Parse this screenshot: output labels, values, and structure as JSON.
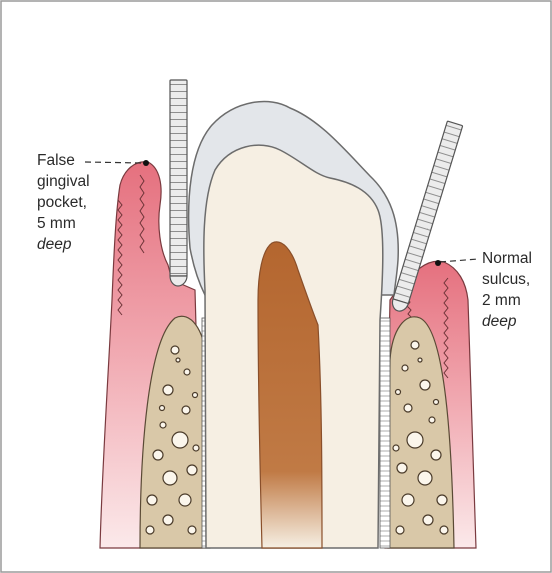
{
  "labels": {
    "left": {
      "line1": "False",
      "line2": "gingival",
      "line3": "pocket,",
      "line4": "5 mm",
      "line5": "deep"
    },
    "right": {
      "line1": "Normal",
      "line2": "sulcus,",
      "line3": "2 mm",
      "line4": "deep"
    }
  },
  "colors": {
    "gingiva_dark": "#e56b7a",
    "gingiva_light": "#f7d6d8",
    "bone": "#d8c9ad",
    "enamel": "#e3e5e8",
    "dentin": "#f6efe3",
    "pulp": "#b86a33",
    "probe": "#e9e9e9"
  },
  "icons": {
    "probe_left": "periodontal-probe-icon",
    "probe_right": "periodontal-probe-icon"
  }
}
